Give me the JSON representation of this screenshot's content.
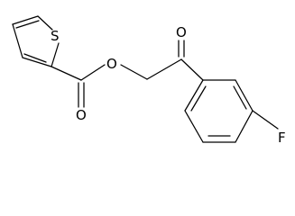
{
  "atoms": {
    "sulfur": "S",
    "ester_oxygen": "O",
    "ketone_oxygen": "O",
    "carbonyl_oxygen": "O",
    "fluorine": "F"
  }
}
